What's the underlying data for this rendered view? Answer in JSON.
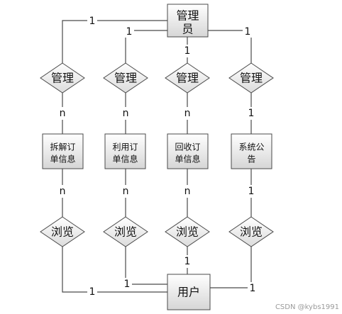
{
  "entities": {
    "admin": [
      "管理",
      "员"
    ],
    "user": "用户",
    "disassembly_order": [
      "拆解订",
      "单信息"
    ],
    "usage_order": [
      "利用订",
      "单信息"
    ],
    "recycle_order": [
      "回收订",
      "单信息"
    ],
    "announcement": [
      "系统公",
      "告"
    ]
  },
  "relations": {
    "manage": "管理",
    "browse": "浏览"
  },
  "cardinality": {
    "one": "1",
    "many": "n"
  },
  "watermark": "CSDN @kybs1991"
}
